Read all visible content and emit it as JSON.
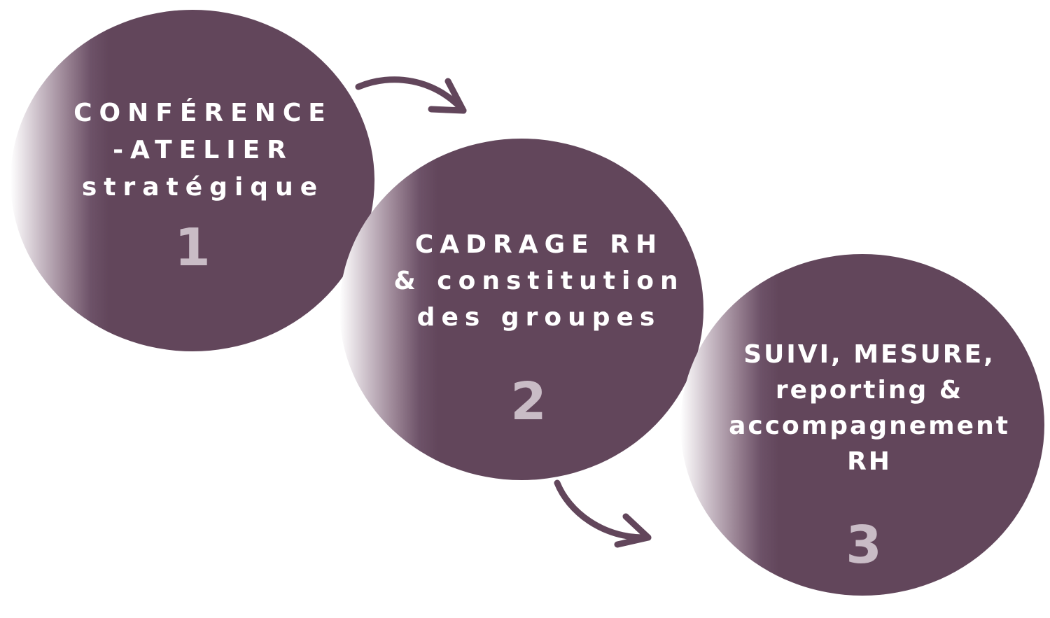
{
  "steps": [
    {
      "title_lines": [
        "CONFÉRENCE",
        "-ATELIER",
        "stratégique"
      ],
      "number": "1"
    },
    {
      "title_lines": [
        "CADRAGE RH",
        "& constitution",
        "des groupes"
      ],
      "number": "2"
    },
    {
      "title_lines": [
        "SUIVI, MESURE,",
        "reporting &",
        "accompagnement",
        "RH"
      ],
      "number": "3"
    }
  ],
  "colors": {
    "circle_fill": "#62465b",
    "title_text": "#ffffff",
    "number_text": "#c9bcc6",
    "arrow": "#62465b",
    "background": "#ffffff"
  }
}
